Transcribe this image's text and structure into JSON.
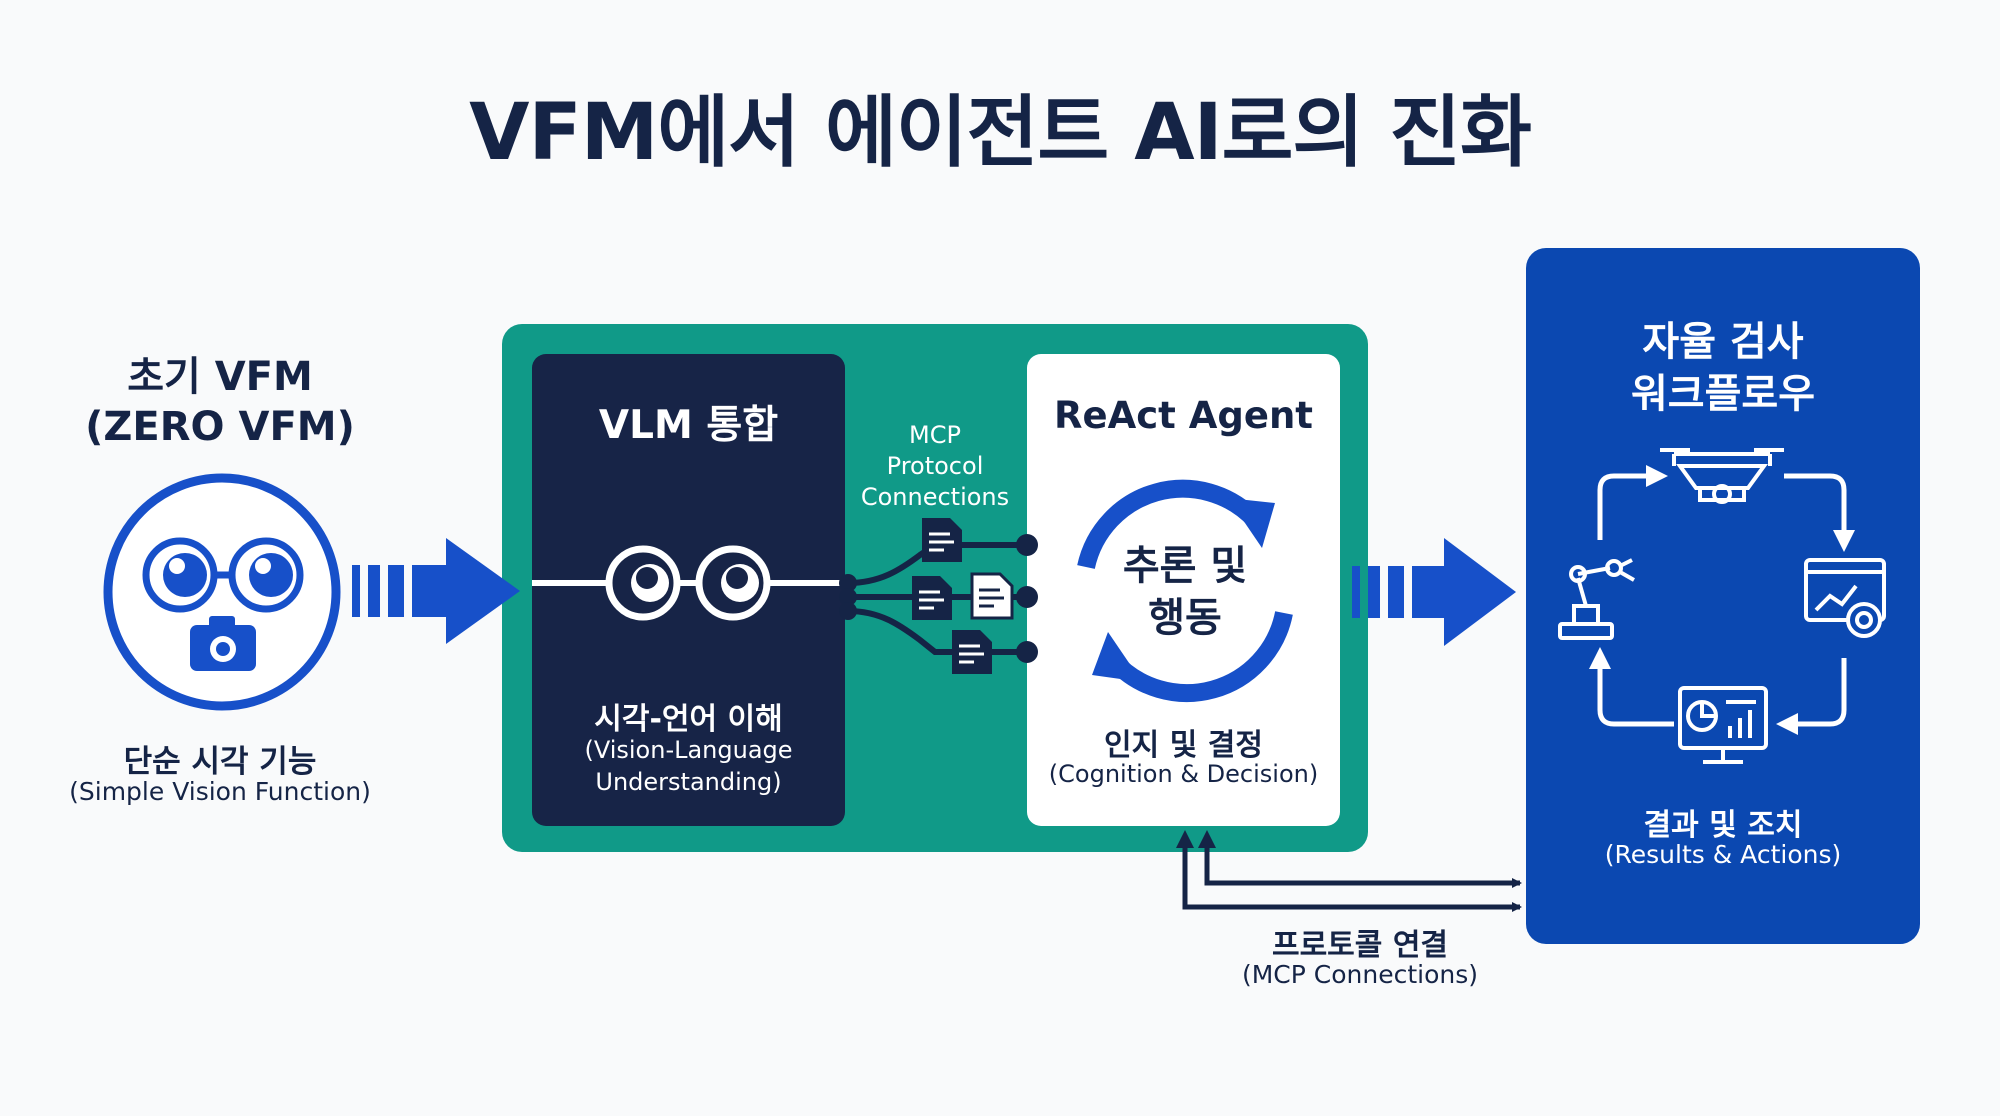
{
  "title": "VFM에서 에이전트 AI로의 진화",
  "stage1": {
    "title_line1": "초기 VFM",
    "title_line2": "(ZERO VFM)",
    "sub_ko": "단순 시각 기능",
    "sub_en": "(Simple Vision Function)",
    "icon": "eyes-camera-icon"
  },
  "vlm": {
    "title": "VLM 통합",
    "sub_ko": "시각-언어 이해",
    "sub_en_line1": "(Vision-Language",
    "sub_en_line2": "Understanding)",
    "icon": "eyes-icon"
  },
  "mcp": {
    "line1": "MCP",
    "line2": "Protocol",
    "line3": "Connections",
    "icon": "document-icon"
  },
  "react": {
    "title": "ReAct Agent",
    "center_line1": "추론 및",
    "center_line2": "행동",
    "sub_ko": "인지 및 결정",
    "sub_en": "(Cognition & Decision)",
    "icon": "cycle-arrows-icon"
  },
  "workflow": {
    "title_line1": "자율 검사",
    "title_line2": "워크플로우",
    "sub_ko": "결과 및 조치",
    "sub_en": "(Results & Actions)",
    "icons": [
      "drone-icon",
      "dashboard-gear-icon",
      "monitor-chart-icon",
      "robot-arm-icon"
    ]
  },
  "protocol": {
    "label_ko": "프로토콜 연결",
    "label_en": "(MCP Connections)"
  },
  "colors": {
    "navy": "#172447",
    "teal": "#109a88",
    "blue": "#0b48b1",
    "arrow_blue": "#1750c9",
    "text_dark": "#152446"
  }
}
